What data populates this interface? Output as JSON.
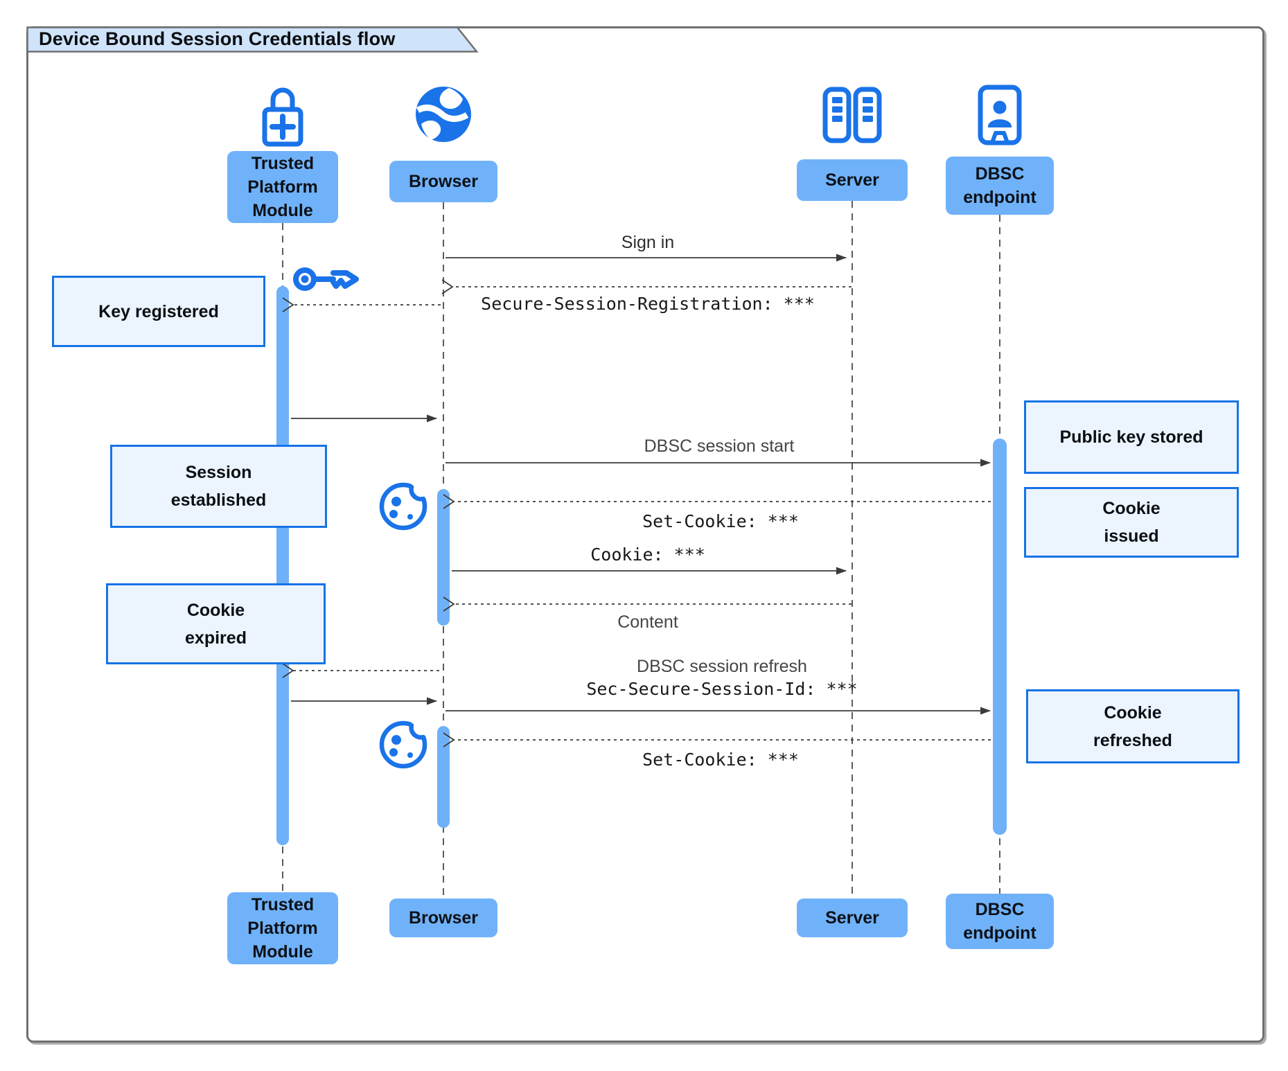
{
  "title": "Device Bound Session Credentials flow",
  "actors": {
    "tpm": {
      "label": "Trusted\nPlatform\nModule",
      "icon": "lock-plus-icon"
    },
    "browser": {
      "label": "Browser",
      "icon": "globe-icon"
    },
    "server": {
      "label": "Server",
      "icon": "server-racks-icon"
    },
    "dbsc": {
      "label": "DBSC\nendpoint",
      "icon": "badge-person-icon"
    }
  },
  "messages": {
    "sign_in": "Sign in",
    "secure_session_registration": "Secure-Session-Registration: ***",
    "dbsc_session_start": "DBSC session start",
    "set_cookie_1": "Set-Cookie: ***",
    "cookie": "Cookie: ***",
    "content": "Content",
    "dbsc_session_refresh": "DBSC session refresh",
    "sec_secure_session_id": "Sec-Secure-Session-Id: ***",
    "set_cookie_2": "Set-Cookie: ***"
  },
  "notes": {
    "key_registered": "Key registered",
    "session_established": "Session\nestablished",
    "cookie_expired": "Cookie\nexpired",
    "public_key_stored": "Public key stored",
    "cookie_issued": "Cookie\nissued",
    "cookie_refreshed": "Cookie\nrefreshed"
  },
  "icons": {
    "key": "key-icon",
    "cookie": "cookie-icon"
  },
  "colors": {
    "accent": "#1a73e8",
    "actor_box": "#70b2f9",
    "activation_bar": "#6fb1f8",
    "note_bg": "#ecf4fd",
    "note_border": "#1673e6",
    "title_bg": "#cfe3fa",
    "frame_border": "#6f6f6f",
    "arrow": "#3a3a3a"
  }
}
